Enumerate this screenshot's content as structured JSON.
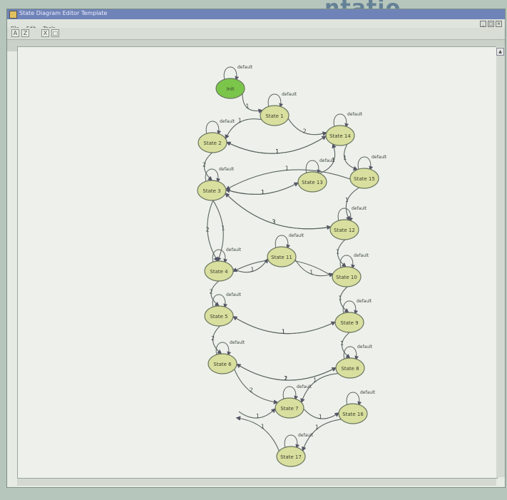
{
  "window": {
    "title": "State Diagram Editor Template",
    "menu": [
      "File",
      "Edit",
      "Tools"
    ],
    "tools": [
      "A",
      "Z",
      "X",
      "□"
    ],
    "scroll_up": "▲",
    "win_buttons": [
      "_",
      "□",
      "×"
    ]
  },
  "background_text": "ntatio",
  "states": [
    {
      "id": "init",
      "label": "Init",
      "initial": true
    },
    {
      "id": "s1",
      "label": "State 1"
    },
    {
      "id": "s2",
      "label": "State 2"
    },
    {
      "id": "s3",
      "label": "State 3"
    },
    {
      "id": "s4",
      "label": "State 4"
    },
    {
      "id": "s5",
      "label": "State 5"
    },
    {
      "id": "s6",
      "label": "State 6"
    },
    {
      "id": "s7",
      "label": "State 7"
    },
    {
      "id": "s8",
      "label": "State 8"
    },
    {
      "id": "s9",
      "label": "State 9"
    },
    {
      "id": "s10",
      "label": "State 10"
    },
    {
      "id": "s11",
      "label": "State 11"
    },
    {
      "id": "s12",
      "label": "State 12"
    },
    {
      "id": "s13",
      "label": "State 13"
    },
    {
      "id": "s14",
      "label": "State 14"
    },
    {
      "id": "s15",
      "label": "State 15"
    },
    {
      "id": "s16",
      "label": "State 16"
    },
    {
      "id": "s17",
      "label": "State 17"
    }
  ],
  "transitions": [
    {
      "from": "init",
      "to": "s1",
      "label": "1"
    },
    {
      "from": "s1",
      "to": "s2",
      "label": "1"
    },
    {
      "from": "s1",
      "to": "s14",
      "label": "2"
    },
    {
      "from": "s2",
      "to": "s14",
      "label": "1"
    },
    {
      "from": "s14",
      "to": "s2",
      "label": "1"
    },
    {
      "from": "s2",
      "to": "s3",
      "label": "2"
    },
    {
      "from": "s3",
      "to": "s13",
      "label": "1"
    },
    {
      "from": "s13",
      "to": "s3",
      "label": "1"
    },
    {
      "from": "s13",
      "to": "s14",
      "label": "1"
    },
    {
      "from": "s14",
      "to": "s15",
      "label": "1"
    },
    {
      "from": "s15",
      "to": "s3",
      "label": "1"
    },
    {
      "from": "s15",
      "to": "s12",
      "label": "1"
    },
    {
      "from": "s3",
      "to": "s12",
      "label": "3"
    },
    {
      "from": "s12",
      "to": "s3",
      "label": "3"
    },
    {
      "from": "s3",
      "to": "s4",
      "label": "2"
    },
    {
      "from": "s3",
      "to": "s4",
      "label": "1"
    },
    {
      "from": "s4",
      "to": "s11",
      "label": "1"
    },
    {
      "from": "s11",
      "to": "s10",
      "label": "1"
    },
    {
      "from": "s10",
      "to": "s4",
      "label": "2"
    },
    {
      "from": "s12",
      "to": "s10",
      "label": "1"
    },
    {
      "from": "s4",
      "to": "s5",
      "label": "2"
    },
    {
      "from": "s5",
      "to": "s9",
      "label": "1"
    },
    {
      "from": "s9",
      "to": "s5",
      "label": "1"
    },
    {
      "from": "s10",
      "to": "s9",
      "label": "1"
    },
    {
      "from": "s5",
      "to": "s6",
      "label": "2"
    },
    {
      "from": "s6",
      "to": "s8",
      "label": "1"
    },
    {
      "from": "s8",
      "to": "s6",
      "label": "2"
    },
    {
      "from": "s9",
      "to": "s8",
      "label": "1"
    },
    {
      "from": "s6",
      "to": "s7",
      "label": "2"
    },
    {
      "from": "s8",
      "to": "s7",
      "label": "1"
    },
    {
      "from": "s7",
      "to": "s16",
      "label": "1"
    },
    {
      "from": "s18",
      "to": "s7",
      "label": "1"
    },
    {
      "from": "s16",
      "to": "s17",
      "label": "1"
    },
    {
      "from": "s17",
      "to": "s18",
      "label": "1"
    }
  ],
  "self_loop_label": "default"
}
